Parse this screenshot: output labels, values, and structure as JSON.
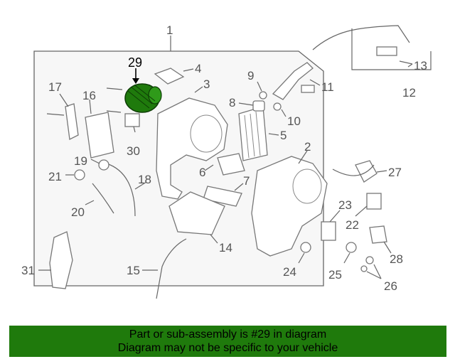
{
  "highlight": {
    "part_number": "29",
    "color": "#1f7a0c"
  },
  "labels": [
    "1",
    "2",
    "3",
    "4",
    "5",
    "6",
    "7",
    "8",
    "9",
    "10",
    "11",
    "12",
    "13",
    "14",
    "15",
    "16",
    "17",
    "18",
    "19",
    "20",
    "21",
    "22",
    "23",
    "24",
    "25",
    "26",
    "27",
    "28",
    "29",
    "30",
    "31"
  ],
  "banner": {
    "line1": "Part or sub-assembly is #29 in diagram",
    "line2": "Diagram may not be specific to your vehicle",
    "background": "#1f7a0c"
  }
}
